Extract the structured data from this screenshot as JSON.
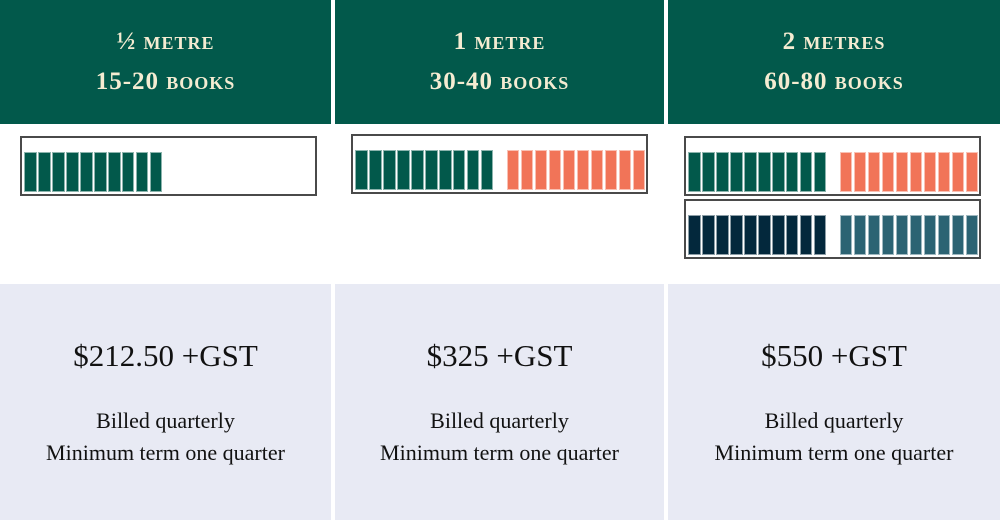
{
  "plans": [
    {
      "size": "½ metre",
      "books": "15-20 books",
      "price": "$212.50 +GST",
      "billing": "Billed quarterly",
      "term": "Minimum term one quarter",
      "shelves": [
        {
          "groups": [
            {
              "count": 10,
              "color": "#02594b"
            }
          ]
        }
      ]
    },
    {
      "size": "1 metre",
      "books": "30-40 books",
      "price": "$325 +GST",
      "billing": "Billed quarterly",
      "term": "Minimum term one quarter",
      "shelves": [
        {
          "groups": [
            {
              "count": 10,
              "color": "#02594b"
            },
            {
              "count": 10,
              "color": "#f17458"
            }
          ]
        }
      ]
    },
    {
      "size": "2 metres",
      "books": "60-80 books",
      "price": "$550 +GST",
      "billing": "Billed quarterly",
      "term": "Minimum term one quarter",
      "shelves": [
        {
          "groups": [
            {
              "count": 10,
              "color": "#02594b"
            },
            {
              "count": 10,
              "color": "#f17458"
            }
          ]
        },
        {
          "groups": [
            {
              "count": 10,
              "color": "#03283c"
            },
            {
              "count": 10,
              "color": "#2c6373"
            }
          ]
        }
      ]
    }
  ],
  "colors": {
    "header_bg": "#02594b",
    "header_text": "#f5ecd2",
    "panel_bg": "#e8eaf4",
    "book_green": "#02594b",
    "book_coral": "#f17458",
    "book_navy": "#03283c",
    "book_teal": "#2c6373"
  }
}
